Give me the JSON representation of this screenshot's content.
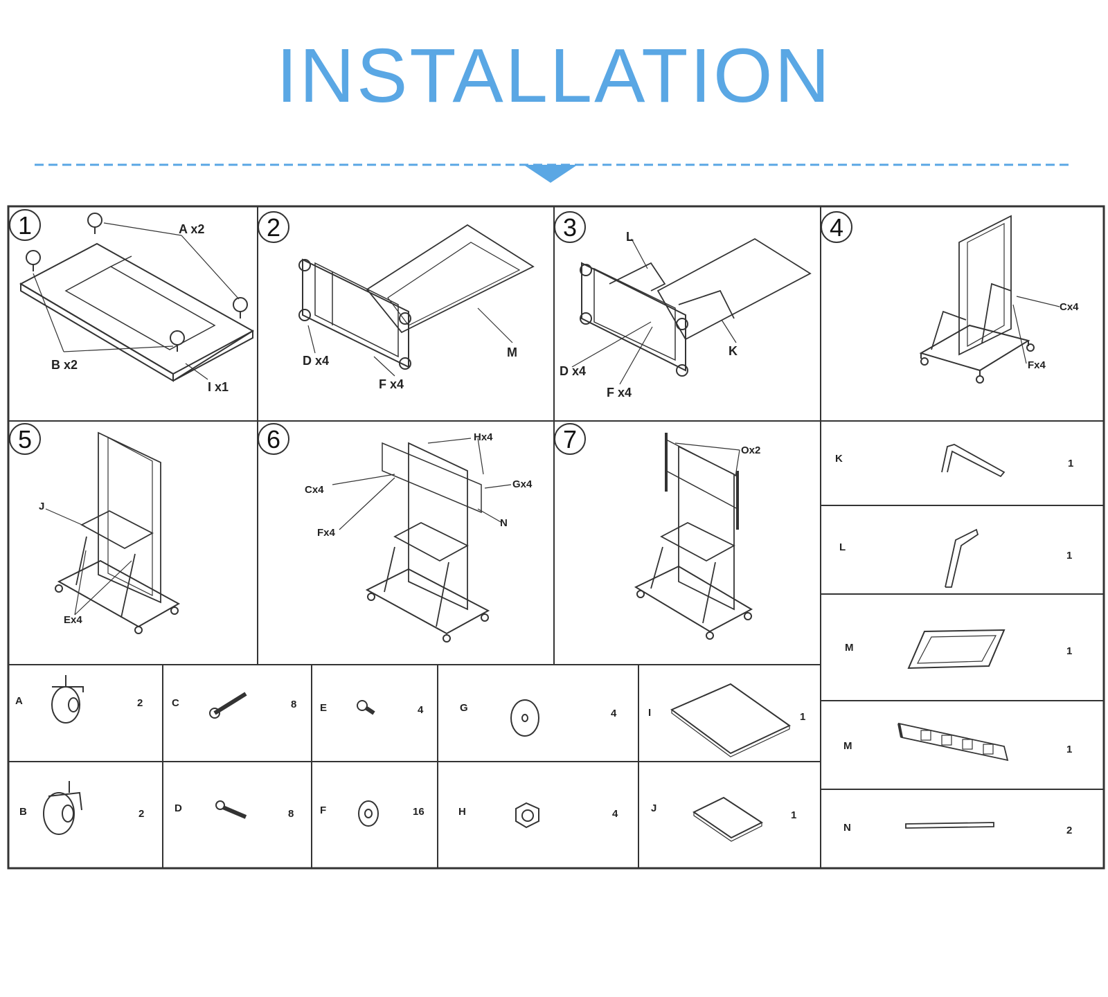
{
  "title": "INSTALLATION",
  "colors": {
    "accent": "#5aa7e4",
    "line": "#333333"
  },
  "steps": [
    {
      "number": "1",
      "callouts": [
        "A x2",
        "B x2",
        "I x1"
      ]
    },
    {
      "number": "2",
      "callouts": [
        "D x4",
        "F x4",
        "M"
      ]
    },
    {
      "number": "3",
      "callouts": [
        "L",
        "K",
        "D x4",
        "F x4"
      ]
    },
    {
      "number": "4",
      "callouts": [
        "Cx4",
        "Fx4"
      ]
    },
    {
      "number": "5",
      "callouts": [
        "J",
        "Ex4"
      ]
    },
    {
      "number": "6",
      "callouts": [
        "Hx4",
        "Gx4",
        "Cx4",
        "Fx4",
        "N"
      ]
    },
    {
      "number": "7",
      "callouts": [
        "Ox2"
      ]
    }
  ],
  "parts_bottom": [
    {
      "letter": "A",
      "qty": "2",
      "icon": "caster-wheel-icon"
    },
    {
      "letter": "C",
      "qty": "8",
      "icon": "long-bolt-icon"
    },
    {
      "letter": "E",
      "qty": "4",
      "icon": "short-screw-icon"
    },
    {
      "letter": "G",
      "qty": "4",
      "icon": "washer-icon"
    },
    {
      "letter": "I",
      "qty": "1",
      "icon": "base-plate-icon"
    },
    {
      "letter": "B",
      "qty": "2",
      "icon": "caster-wheel-icon"
    },
    {
      "letter": "D",
      "qty": "8",
      "icon": "bolt-icon"
    },
    {
      "letter": "F",
      "qty": "16",
      "icon": "flat-washer-icon"
    },
    {
      "letter": "H",
      "qty": "4",
      "icon": "hex-nut-icon"
    },
    {
      "letter": "J",
      "qty": "1",
      "icon": "shelf-plate-icon"
    }
  ],
  "parts_right": [
    {
      "letter": "K",
      "qty": "1",
      "icon": "bent-bar-icon"
    },
    {
      "letter": "L",
      "qty": "1",
      "icon": "angled-bar-icon"
    },
    {
      "letter": "M",
      "qty": "1",
      "icon": "frame-icon"
    },
    {
      "letter": "M",
      "qty": "1",
      "icon": "mount-bracket-icon"
    },
    {
      "letter": "N",
      "qty": "2",
      "icon": "rail-icon"
    }
  ]
}
